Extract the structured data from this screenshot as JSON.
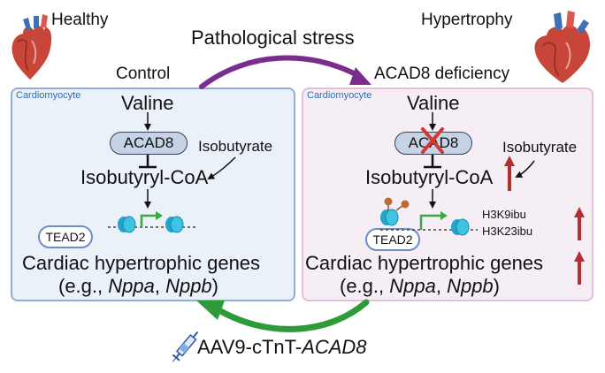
{
  "labels": {
    "healthy": "Healthy",
    "hypertrophy": "Hypertrophy",
    "pathological_stress": "Pathological stress",
    "control": "Control",
    "acad8_deficiency": "ACAD8 deficiency",
    "treatment_prefix": "AAV9-cTnT-",
    "treatment_gene": "ACAD8"
  },
  "left_panel": {
    "cell": "Cardiomyocyte",
    "valine": "Valine",
    "enzyme": "ACAD8",
    "isobutyrate": "Isobutyrate",
    "intermediate": "Isobutyryl-CoA",
    "tf": "TEAD2",
    "genes": "Cardiac hypertrophic genes",
    "example_prefix": "(e.g., ",
    "gene1": "Nppa",
    "comma": ", ",
    "gene2": "Nppb",
    "example_suffix": ")"
  },
  "right_panel": {
    "cell": "Cardiomyocyte",
    "valine": "Valine",
    "enzyme": "ACAD8",
    "isobutyrate": "Isobutyrate",
    "intermediate": "Isobutyryl-CoA",
    "mark1": "H3K9ibu",
    "mark2": "H3K23ibu",
    "tf": "TEAD2",
    "genes": "Cardiac hypertrophic genes",
    "example_prefix": "(e.g., ",
    "gene1": "Nppa",
    "comma": ", ",
    "gene2": "Nppb",
    "example_suffix": ")"
  },
  "colors": {
    "stress_arrow": "#7b2d8e",
    "rescue_arrow": "#2e9b3a",
    "up_arrow": "#b22f2f",
    "cross": "#d03a2f",
    "nucleosome": "#1fa6c9",
    "promoter": "#3aa843"
  }
}
